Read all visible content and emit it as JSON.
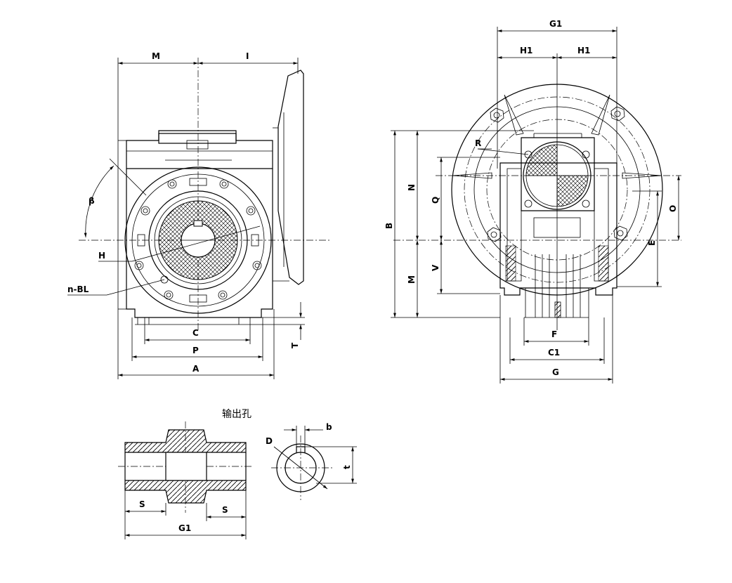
{
  "labels": {
    "front": {
      "M": "M",
      "I": "I",
      "beta": "β",
      "H": "H",
      "nBL": "n-BL",
      "C": "C",
      "P": "P",
      "A": "A",
      "T": "T"
    },
    "side": {
      "G1": "G1",
      "H1_left": "H1",
      "H1_right": "H1",
      "R": "R",
      "B": "B",
      "N": "N",
      "Q": "Q",
      "O": "O",
      "E": "E",
      "V": "V",
      "M": "M",
      "F": "F",
      "C1": "C1",
      "G": "G"
    },
    "bore": {
      "title": "输出孔",
      "b": "b",
      "D": "D",
      "t": "t",
      "S_left": "S",
      "S_right": "S",
      "G1": "G1"
    }
  }
}
